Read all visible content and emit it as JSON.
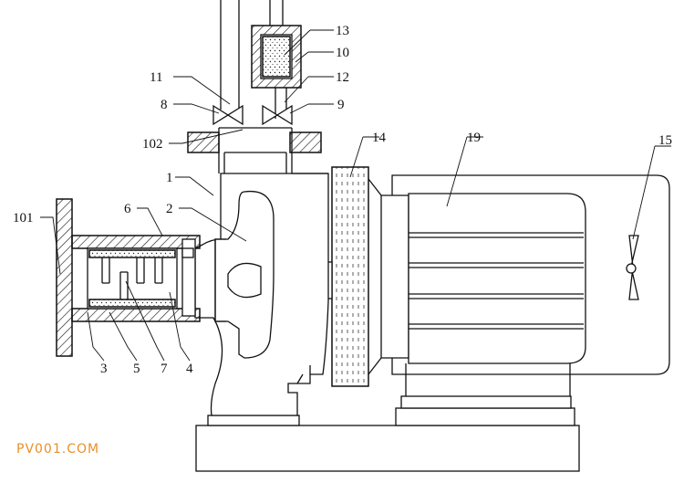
{
  "labels": {
    "l1": "1",
    "l2": "2",
    "l3": "3",
    "l4": "4",
    "l5": "5",
    "l6": "6",
    "l7": "7",
    "l8": "8",
    "l9": "9",
    "l10": "10",
    "l11": "11",
    "l12": "12",
    "l13": "13",
    "l14": "14",
    "l15": "15",
    "l19": "19",
    "l101": "101",
    "l102": "102"
  },
  "watermark": "PV001.COM",
  "colors": {
    "line": "#111111",
    "accent": "#e8902a"
  }
}
